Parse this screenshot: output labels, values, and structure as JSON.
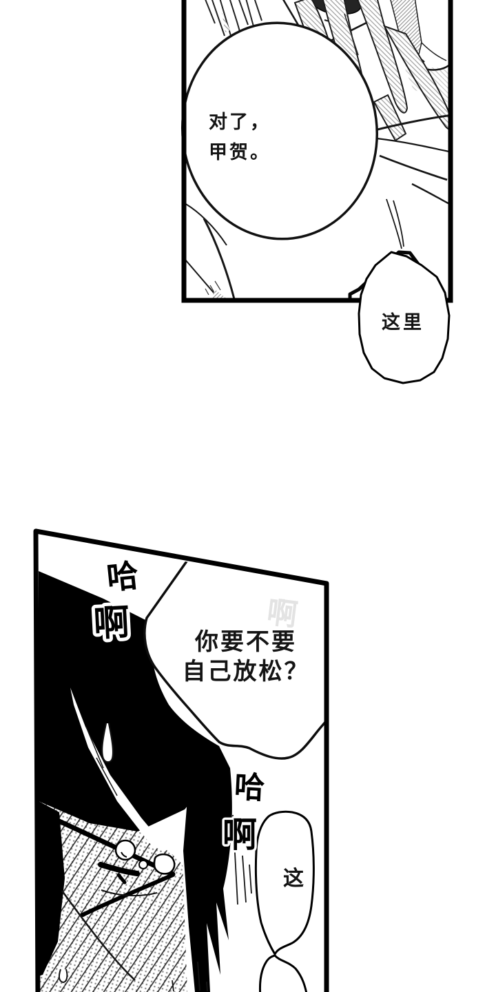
{
  "page": {
    "kind": "manga page",
    "paper_color": "#ffffff",
    "ink_color": "#000000",
    "tone_gray": "#9c9c9c"
  },
  "panel_top": {
    "speech_bubble": {
      "line1": "对了，",
      "line2": "甲贺。"
    },
    "side_bubble": {
      "text": "这里"
    }
  },
  "panel_bottom": {
    "sfx_left": {
      "word1": "哈",
      "word2": "啊"
    },
    "ghost_sfx": "啊",
    "speech_bubble": {
      "line1": "你要不要",
      "line2": "自己放松？"
    },
    "sfx_right": {
      "word1": "哈",
      "word2": "啊"
    },
    "small_bubble": {
      "text": "这"
    }
  }
}
